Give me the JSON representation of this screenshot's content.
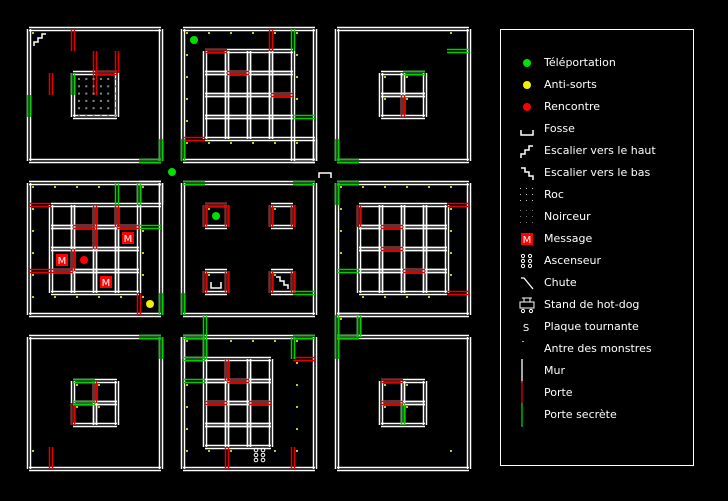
{
  "legend": {
    "items": [
      {
        "label": "Téléportation",
        "icon": "teleport-icon",
        "color": "#00e000"
      },
      {
        "label": "Anti-sorts",
        "icon": "anti-magic-icon",
        "color": "#f0f000"
      },
      {
        "label": "Rencontre",
        "icon": "encounter-icon",
        "color": "#ff0000"
      },
      {
        "label": "Fosse",
        "icon": "pit-icon"
      },
      {
        "label": "Escalier vers le haut",
        "icon": "stairs-up-icon"
      },
      {
        "label": "Escalier vers le bas",
        "icon": "stairs-down-icon"
      },
      {
        "label": "Roc",
        "icon": "rock-icon"
      },
      {
        "label": "Noirceur",
        "icon": "darkness-icon"
      },
      {
        "label": "Message",
        "icon": "message-icon",
        "glyph": "M",
        "color": "#ff0000"
      },
      {
        "label": "Ascenseur",
        "icon": "elevator-icon"
      },
      {
        "label": "Chute",
        "icon": "chute-icon"
      },
      {
        "label": "Stand de hot-dog",
        "icon": "hot-dog-stand-icon"
      },
      {
        "label": "Plaque tournante",
        "icon": "spinner-icon",
        "glyph": "S"
      },
      {
        "label": "Antre des monstres",
        "icon": "monster-lair-icon",
        "color": "#c8c800"
      },
      {
        "label": "Mur",
        "icon": "wall-icon",
        "color": "#ffffff"
      },
      {
        "label": "Porte",
        "icon": "door-icon",
        "color": "#e00000"
      },
      {
        "label": "Porte secrète",
        "icon": "secret-door-icon",
        "color": "#00d000"
      }
    ]
  },
  "map": {
    "message_glyph": "M"
  }
}
